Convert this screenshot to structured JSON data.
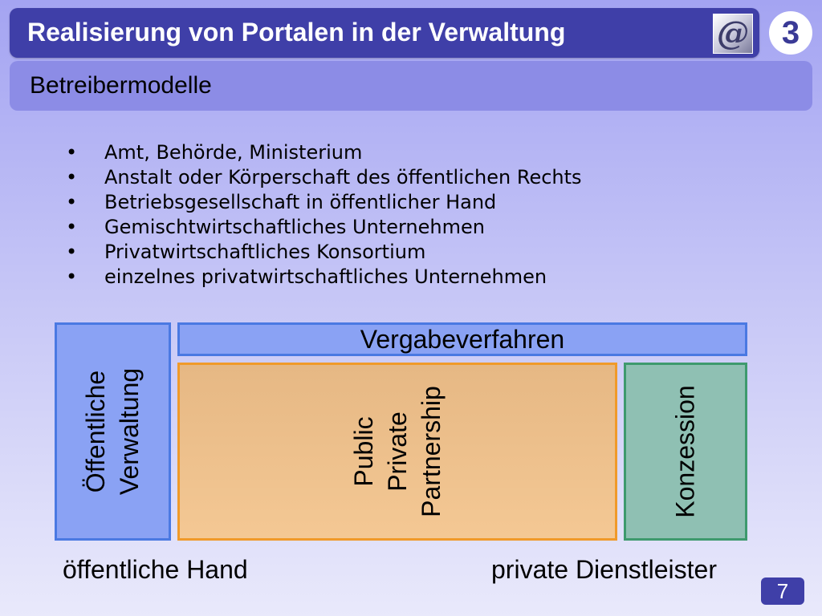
{
  "header": {
    "title": "Realisierung von Portalen in der Verwaltung",
    "logo_icon": "at-sign-logo-icon",
    "logo_glyph": "@",
    "badge": "3"
  },
  "subheader": {
    "title": "Betreibermodelle"
  },
  "bullets": {
    "marker": "•",
    "items": [
      "Amt, Behörde, Ministerium",
      "Anstalt oder Körperschaft des öffentlichen Rechts",
      "Betriebsgesellschaft in öffentlicher Hand",
      "Gemischtwirtschaftliches Unternehmen",
      "Privatwirtschaftliches Konsortium",
      "einzelnes privatwirtschaftliches Unternehmen"
    ]
  },
  "diagram": {
    "oeffentliche_verwaltung": [
      "Öffentliche",
      "Verwaltung"
    ],
    "vergabeverfahren": "Vergabeverfahren",
    "ppp": [
      "Public",
      "Private",
      "Partnership"
    ],
    "konzession": "Konzession",
    "axis_left": "öffentliche Hand",
    "axis_right": "private Dienstleister"
  },
  "footer": {
    "page_number": "7"
  },
  "colors": {
    "title_bar": "#3f3fa8",
    "subtitle_bar": "#8c8ce6",
    "blue_box": "#8aa2f4",
    "blue_border": "#4a79e2",
    "orange_box": "#f4c894",
    "orange_border": "#f09a2a",
    "green_box": "#8fc0b3",
    "green_border": "#3e9a6e"
  }
}
